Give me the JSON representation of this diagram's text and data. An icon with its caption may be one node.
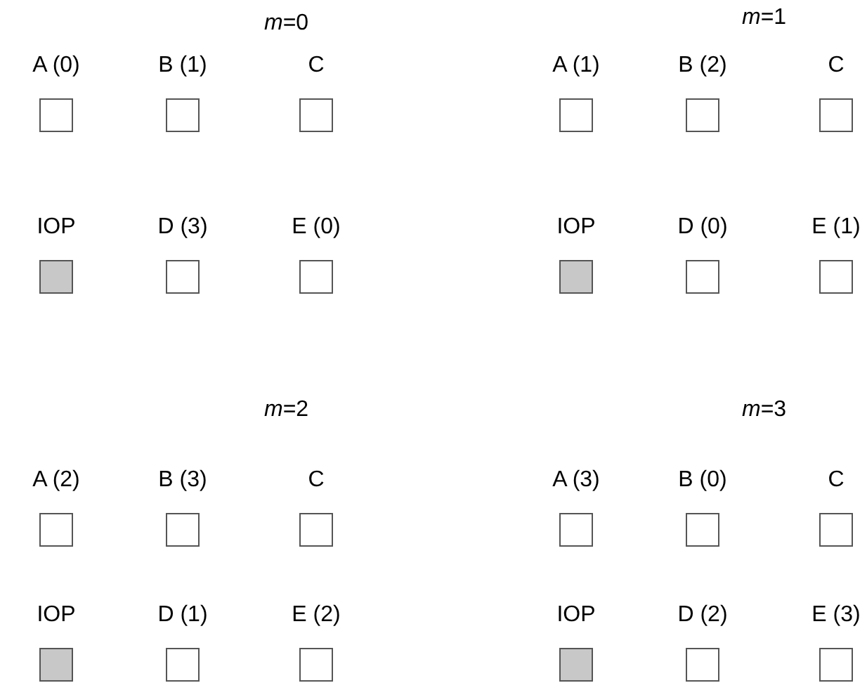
{
  "diagram": {
    "nodes": [
      {
        "text": [
          "A (0)"
        ]
      },
      {
        "text": [
          "B (1)"
        ]
      },
      {
        "text": [
          "C"
        ]
      },
      {
        "text": [
          "IOP"
        ]
      },
      {
        "text": [
          "D (3)"
        ]
      },
      {
        "text": [
          "E (0)"
        ]
      },
      {
        "text": [
          "A (1)"
        ]
      },
      {
        "text": [
          "B (2)"
        ]
      },
      {
        "text": [
          "C"
        ]
      },
      {
        "text": [
          "IOP"
        ]
      },
      {
        "text": [
          "D (0)"
        ]
      },
      {
        "text": [
          "E (1)"
        ]
      },
      {
        "text": [
          "A (2)"
        ]
      },
      {
        "text": [
          "B (3)"
        ]
      },
      {
        "text": [
          "C"
        ]
      },
      {
        "text": [
          "IOP"
        ]
      },
      {
        "text": [
          "D (1)"
        ]
      },
      {
        "text": [
          "E (2)"
        ]
      },
      {
        "text": [
          "A (3)"
        ]
      },
      {
        "text": [
          "B (0)"
        ]
      },
      {
        "text": [
          "C"
        ]
      },
      {
        "text": [
          "IOP"
        ]
      },
      {
        "text": [
          "D (2)"
        ]
      },
      {
        "text": [
          "E (3)"
        ]
      }
    ],
    "labels": [
      "*m*=0",
      "*m*=1",
      "*m*=2",
      "*m*=3"
    ]
  }
}
